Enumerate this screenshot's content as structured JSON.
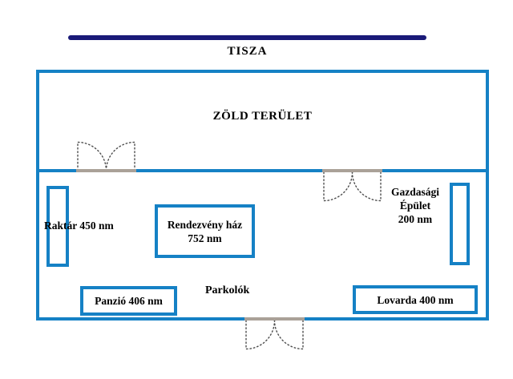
{
  "river": {
    "label": "TISZA"
  },
  "zones": {
    "green_area_label": "ZÖLD TERÜLET",
    "parking_label": "Parkolók"
  },
  "buildings": {
    "raktar_label": "Raktár 450 nm",
    "rendezveny_line1": "Rendezvény ház",
    "rendezveny_line2": "752 nm",
    "gazdasagi_line1": "Gazdasági",
    "gazdasagi_line2": "Épület",
    "gazdasagi_line3": "200 nm",
    "panzio_label": "Panzió 406 nm",
    "lovarda_label": "Lovarda 400 nm"
  },
  "colors": {
    "border_blue": "#1581c5",
    "river_navy": "#1a1a78",
    "door_gray": "#4d4d4d",
    "threshold_tan": "#aaa198",
    "text_black": "#000000"
  }
}
